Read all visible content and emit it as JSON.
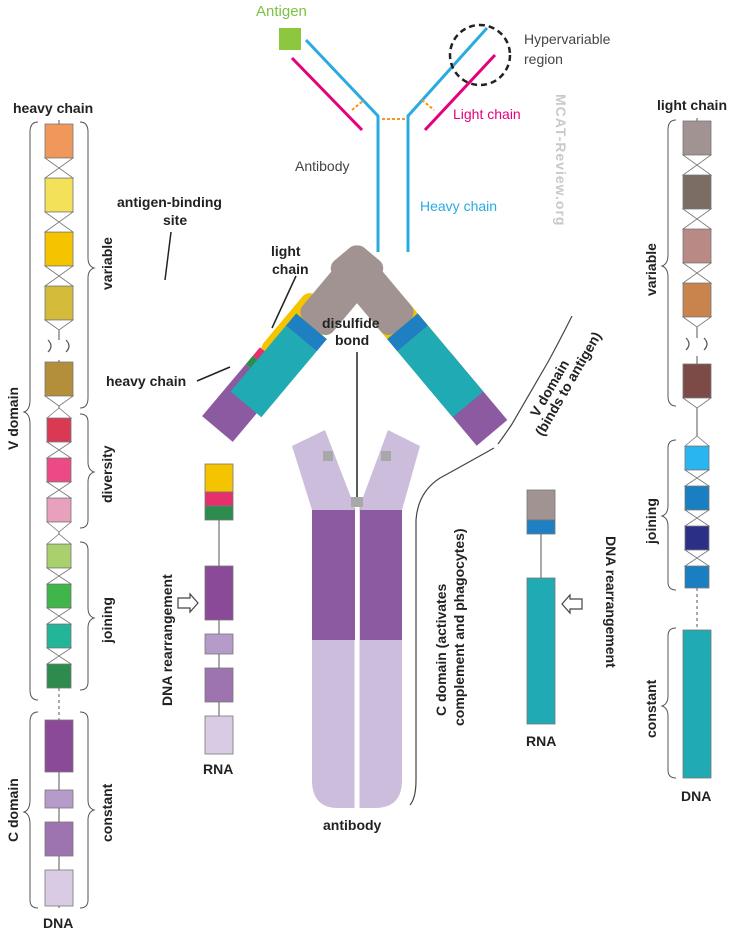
{
  "top_schematic": {
    "antigen_label": "Antigen",
    "hypervariable_line1": "Hypervariable",
    "hypervariable_line2": "region",
    "light_chain_label": "Light chain",
    "antibody_label": "Antibody",
    "heavy_chain_label": "Heavy chain",
    "watermark": "MCAT-Review.org",
    "colors": {
      "antigen": "#8dc63f",
      "heavy": "#29abe2",
      "light": "#e6007e",
      "disulfide": "#f7941d"
    }
  },
  "heavy_gene": {
    "title": "heavy chain",
    "v_domain_label": "V domain",
    "c_domain_label": "C domain",
    "variable_label": "variable",
    "diversity_label": "diversity",
    "joining_label": "joining",
    "constant_label": "constant",
    "footer": "DNA"
  },
  "light_gene": {
    "title": "light chain",
    "variable_label": "variable",
    "joining_label": "joining",
    "constant_label": "constant",
    "footer": "DNA"
  },
  "center": {
    "antigen_binding_line1": "antigen-binding",
    "antigen_binding_line2": "site",
    "light_chain_line1": "light",
    "light_chain_line2": "chain",
    "disulfide_line1": "disulfide",
    "disulfide_line2": "bond",
    "heavy_chain_label": "heavy chain",
    "v_domain_line1": "V domain",
    "v_domain_line2": "(binds to antigen)",
    "c_domain_line1": "C domain (activates",
    "c_domain_line2": "complement and phagocytes)",
    "antibody_label": "antibody"
  },
  "heavy_rna": {
    "rearrangement_label": "DNA rearrangement",
    "footer": "RNA"
  },
  "light_rna": {
    "rearrangement_label": "DNA rearrangement",
    "footer": "RNA"
  }
}
